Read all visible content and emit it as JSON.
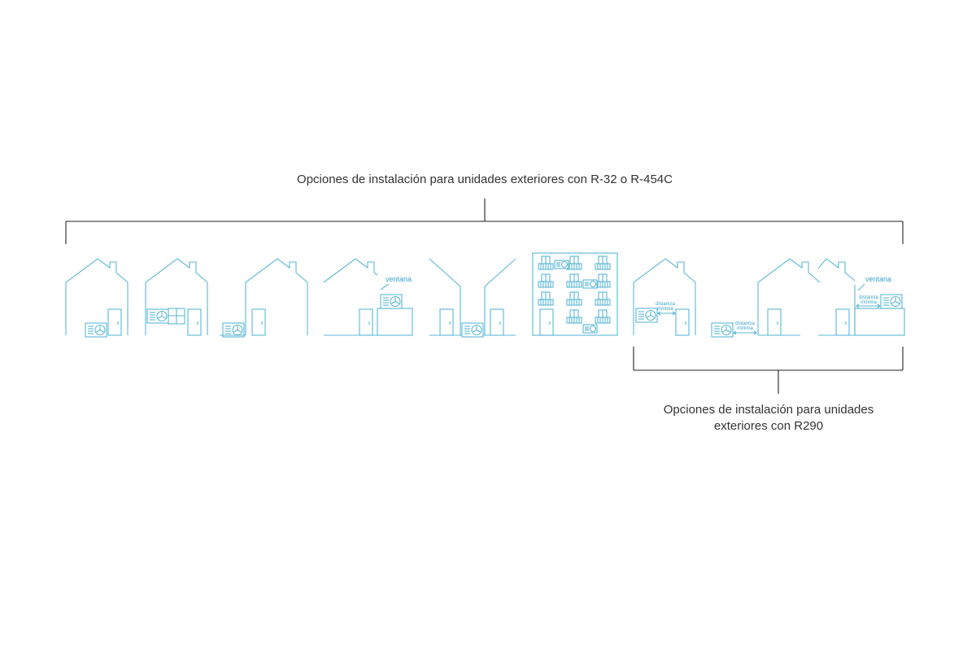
{
  "top_caption": "Opciones de instalación para unidades exteriores con R-32 o R-454C",
  "bottom_caption_line1": "Opciones de instalación para unidades",
  "bottom_caption_line2": "exteriores con R290",
  "label_ventana": "ventana",
  "label_distancia": "distancia",
  "label_minima": "mínima",
  "colors": {
    "line": "#5bb8d6",
    "label": "#3aa5c7",
    "bracket": "#222222",
    "text": "#333333"
  },
  "icons": [
    "house-icon",
    "outdoor-unit-icon",
    "door-icon",
    "window-icon",
    "balcony-icon",
    "apartment-building-icon"
  ]
}
